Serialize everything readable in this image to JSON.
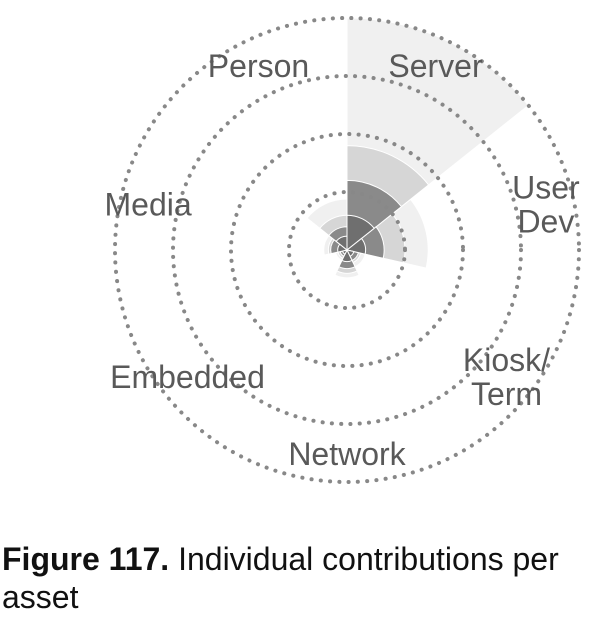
{
  "caption": {
    "figure_number": "Figure 117.",
    "text": "Individual contributions per asset"
  },
  "colors": {
    "ring": "#888888",
    "label": "#595959",
    "wedge_light": "#f0f0f0",
    "wedge_mid": "#d6d6d6",
    "wedge_dark": "#8a8a8a",
    "wedge_darker": "#6f6f6f"
  },
  "chart_data": {
    "type": "polar-area",
    "title": "",
    "categories": [
      "Server",
      "User Dev",
      "Kiosk/ Term",
      "Network",
      "Embedded",
      "Media",
      "Person"
    ],
    "category_label_lines": [
      [
        "Server"
      ],
      [
        "User",
        "Dev"
      ],
      [
        "Kiosk/",
        "Term"
      ],
      [
        "Network"
      ],
      [
        "Embedded"
      ],
      [
        "Media"
      ],
      [
        "Person"
      ]
    ],
    "radial_grid": {
      "levels": [
        0.25,
        0.5,
        0.75,
        1.0
      ],
      "style": "dotted"
    },
    "series": [
      {
        "values": [
          1.0,
          0.35,
          0.08,
          0.12,
          0.05,
          0.1,
          0.22
        ],
        "shade": "light"
      },
      {
        "values": [
          0.45,
          0.25,
          0.06,
          0.1,
          0.04,
          0.08,
          0.15
        ],
        "shade": "mid"
      },
      {
        "values": [
          0.3,
          0.16,
          0.05,
          0.08,
          0.03,
          0.07,
          0.1
        ],
        "shade": "dark"
      },
      {
        "values": [
          0.15,
          0.08,
          0.03,
          0.05,
          0.02,
          0.04,
          0.06
        ],
        "shade": "darker"
      }
    ]
  }
}
